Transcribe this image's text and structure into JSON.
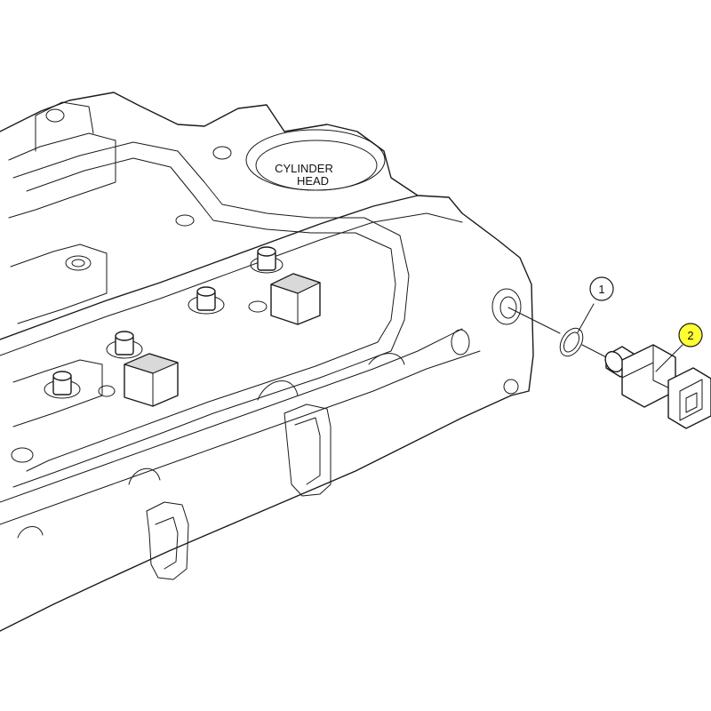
{
  "labels": {
    "cylinder_head_line1": "CYLINDER",
    "cylinder_head_line2": "HEAD"
  },
  "callouts": [
    {
      "number": "1",
      "highlighted": false,
      "fill": "#ffffff"
    },
    {
      "number": "2",
      "highlighted": true,
      "fill": "#ffff33"
    }
  ],
  "colors": {
    "line": "#1a1a1a",
    "highlight": "#ffff33"
  }
}
